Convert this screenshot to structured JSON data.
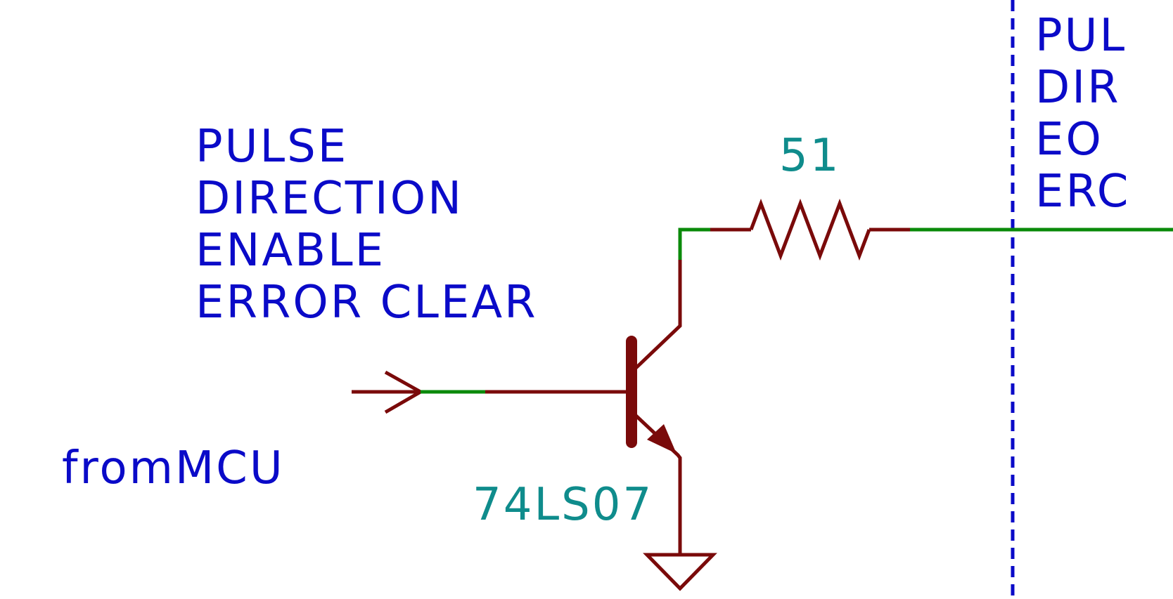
{
  "colors": {
    "background": "#ffffff",
    "label": "#0a0ac8",
    "value": "#0f8c8c",
    "wire": "#0a8a0a",
    "component": "#7a0a0a",
    "boundary": "#0a0ac8"
  },
  "signals": {
    "left_list": [
      "PULSE",
      "DIRECTION",
      "ENABLE",
      "ERROR CLEAR"
    ],
    "right_list": [
      "PUL",
      "DIR",
      "EO",
      "ERC"
    ]
  },
  "input_port": {
    "label": "fromMCU"
  },
  "resistor": {
    "value": "51"
  },
  "transistor": {
    "part": "74LS07"
  }
}
